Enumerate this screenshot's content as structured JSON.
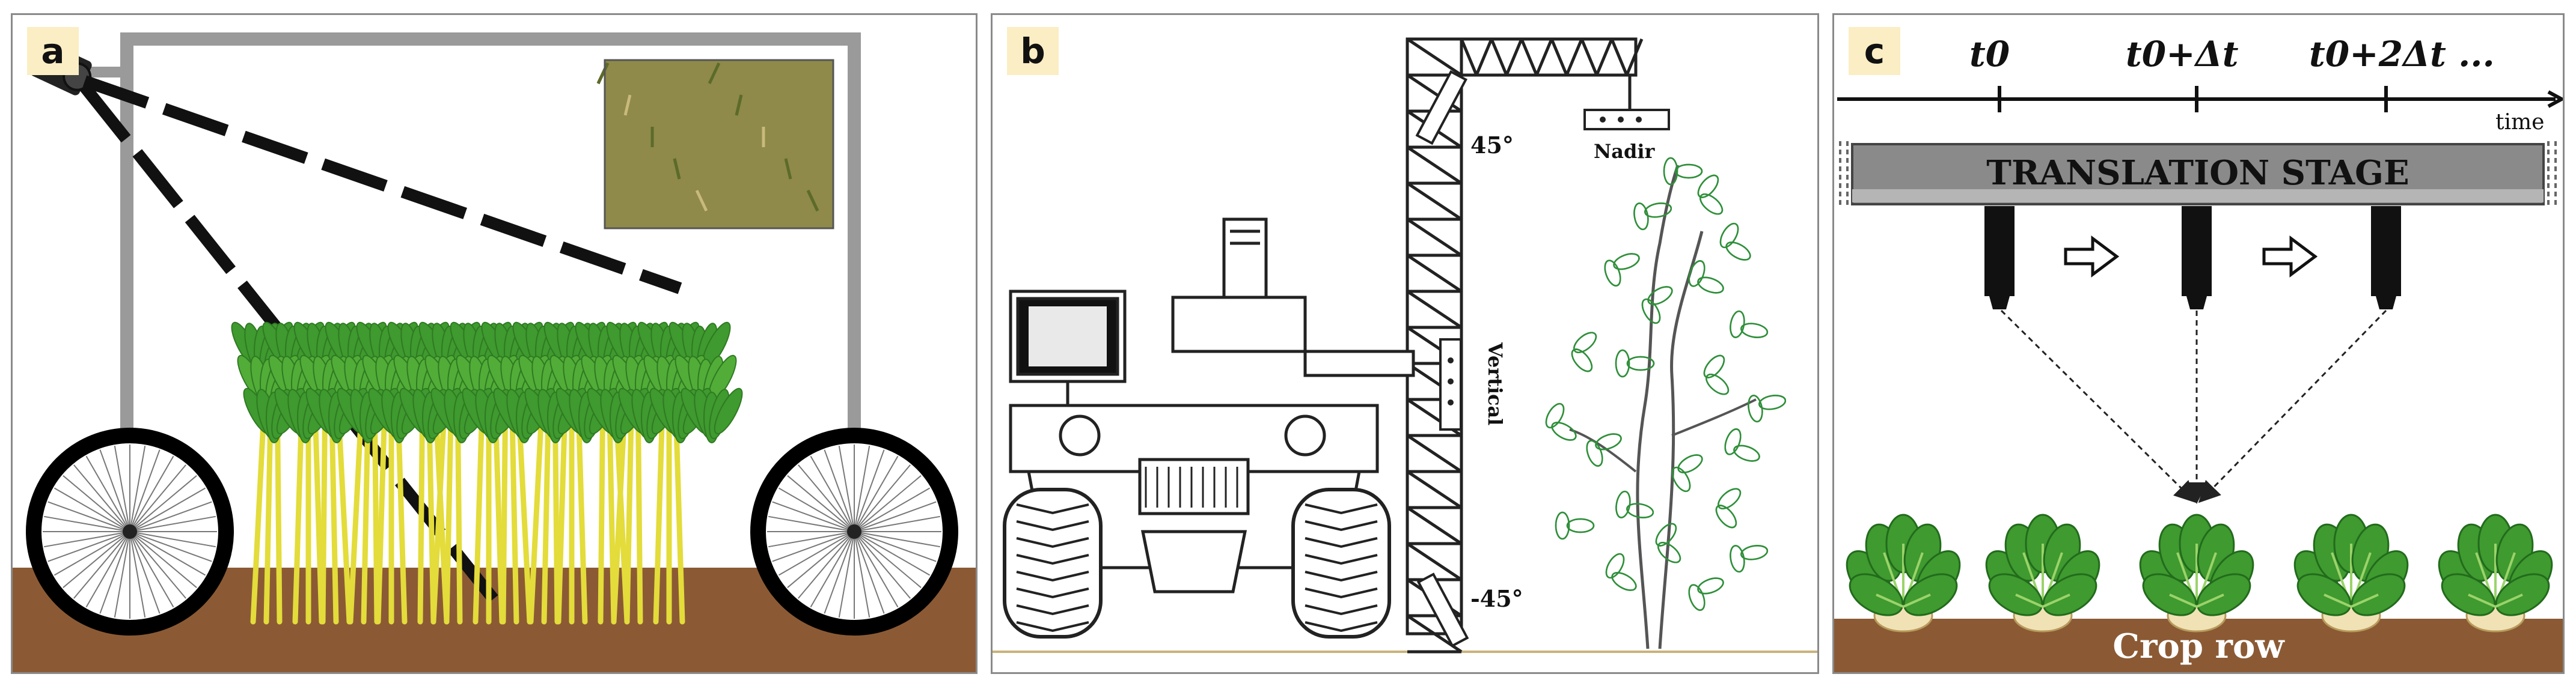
{
  "panels": [
    {
      "label": "a"
    },
    {
      "label": "b",
      "angle_top": "45°",
      "angle_bottom": "-45°",
      "sensor_nadir": "Nadir",
      "sensor_vertical": "Vertical"
    },
    {
      "label": "c",
      "time_labels": [
        "t0",
        "t0+Δt",
        "t0+2Δt ..."
      ],
      "time_axis": "time",
      "stage_label": "TRANSLATION STAGE",
      "ground_label": "Crop row"
    }
  ],
  "colors": {
    "soil": "#8b5a34",
    "leaf": "#3f9a2f",
    "stem": "#e3dc3a",
    "stage": "#8a8a8a",
    "badge": "#fbeec4"
  }
}
